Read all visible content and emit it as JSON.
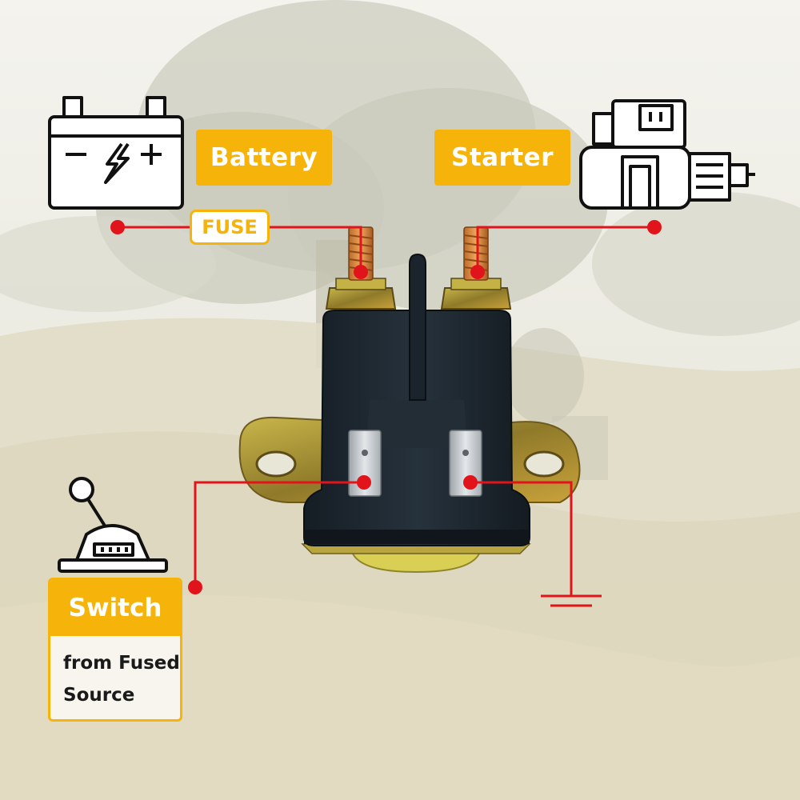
{
  "labels": {
    "battery": "Battery",
    "starter": "Starter",
    "fuse": "FUSE",
    "switch": "Switch",
    "switch_note": "from Fused\nSource"
  },
  "icons": {
    "battery": "battery-icon",
    "starter": "starter-motor-icon",
    "switch": "lever-switch-icon",
    "ground": "ground-symbol-icon"
  },
  "colors": {
    "accent": "#f6b40a",
    "wire": "#e0141a",
    "solenoid_body": "#1f2a33",
    "bracket": "#b59a2a"
  }
}
